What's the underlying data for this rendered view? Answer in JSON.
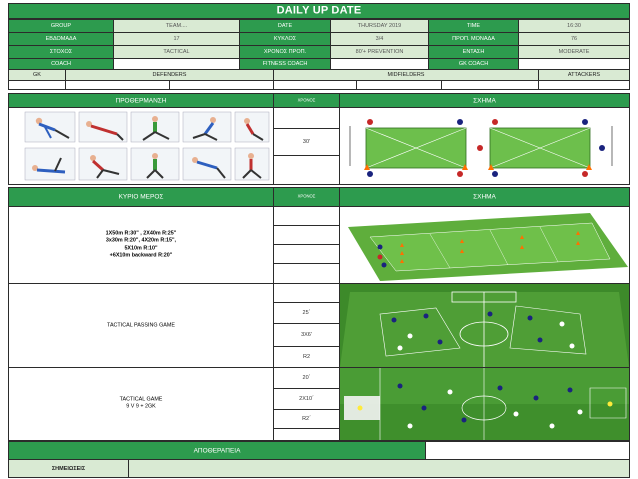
{
  "header": {
    "title": "DAILY UP DATE"
  },
  "info": {
    "group_label": "GROUP",
    "group_value": "TEAM....",
    "date_label": "DATE",
    "date_value": "THURSDAY 2019",
    "time_label": "TIME",
    "time_value": "16:30",
    "week_label": "ΕΒΔΟΜΑΔΑ",
    "week_value": "17",
    "cycle_label": "ΚΥΚΛΟΣ",
    "cycle_value": "3/4",
    "unit_label": "ΠΡΟΠ. ΜΟΝΑΔΑ",
    "unit_value": "76",
    "target_label": "ΣΤΟΧΟΣ",
    "target_value": "TACTICAL",
    "duration_label": "ΧΡΟΝΟΣ ΠΡΟΠ.",
    "duration_value": "80'+ PREVENTION",
    "intensity_label": "ΕΝΤΑΣΗ",
    "intensity_value": "MODERATE",
    "coach_label": "COACH",
    "fitness_label": "FITNESS COACH",
    "gk_coach_label": "GK COACH"
  },
  "positions": {
    "gk": "GK",
    "defenders": "DEFENDERS",
    "midfielders": "MIDFIELDERS",
    "attackers": "ATTACKERS"
  },
  "warmup": {
    "title": "ΠΡΟΘΕΡΜΑΝΣΗ",
    "time_label": "ΧΡΟΝΟΣ",
    "scheme_label": "ΣΧΗΜΑ",
    "duration": "30'"
  },
  "main": {
    "title": "ΚΥΡΙΟ ΜΕΡΟΣ",
    "time_label": "ΧΡΟΝΟΣ",
    "scheme_label": "ΣΧΗΜΑ",
    "drill1_lines": [
      "1X50m R:30\" , 2X40m R:25\"",
      "3x30m R:20\", 4X20m R:15\",",
      "5X10m R:10\"",
      "+6X10m backward R:20\""
    ],
    "drill2": "TACTICAL PASSING GAME",
    "drill2_times": [
      "25΄",
      "3X6'",
      "R2"
    ],
    "drill3_lines": [
      "TACTICAL GAME",
      "9 V 9 + 2GK"
    ],
    "drill3_times": [
      "20΄",
      "2X10΄",
      "R2΄"
    ]
  },
  "recovery": {
    "title": "ΑΠΟΘΕΡΑΠΕΙΑ"
  },
  "notes": {
    "label": "ΣΗΜΕΙΩΣΕΙΣ"
  }
}
